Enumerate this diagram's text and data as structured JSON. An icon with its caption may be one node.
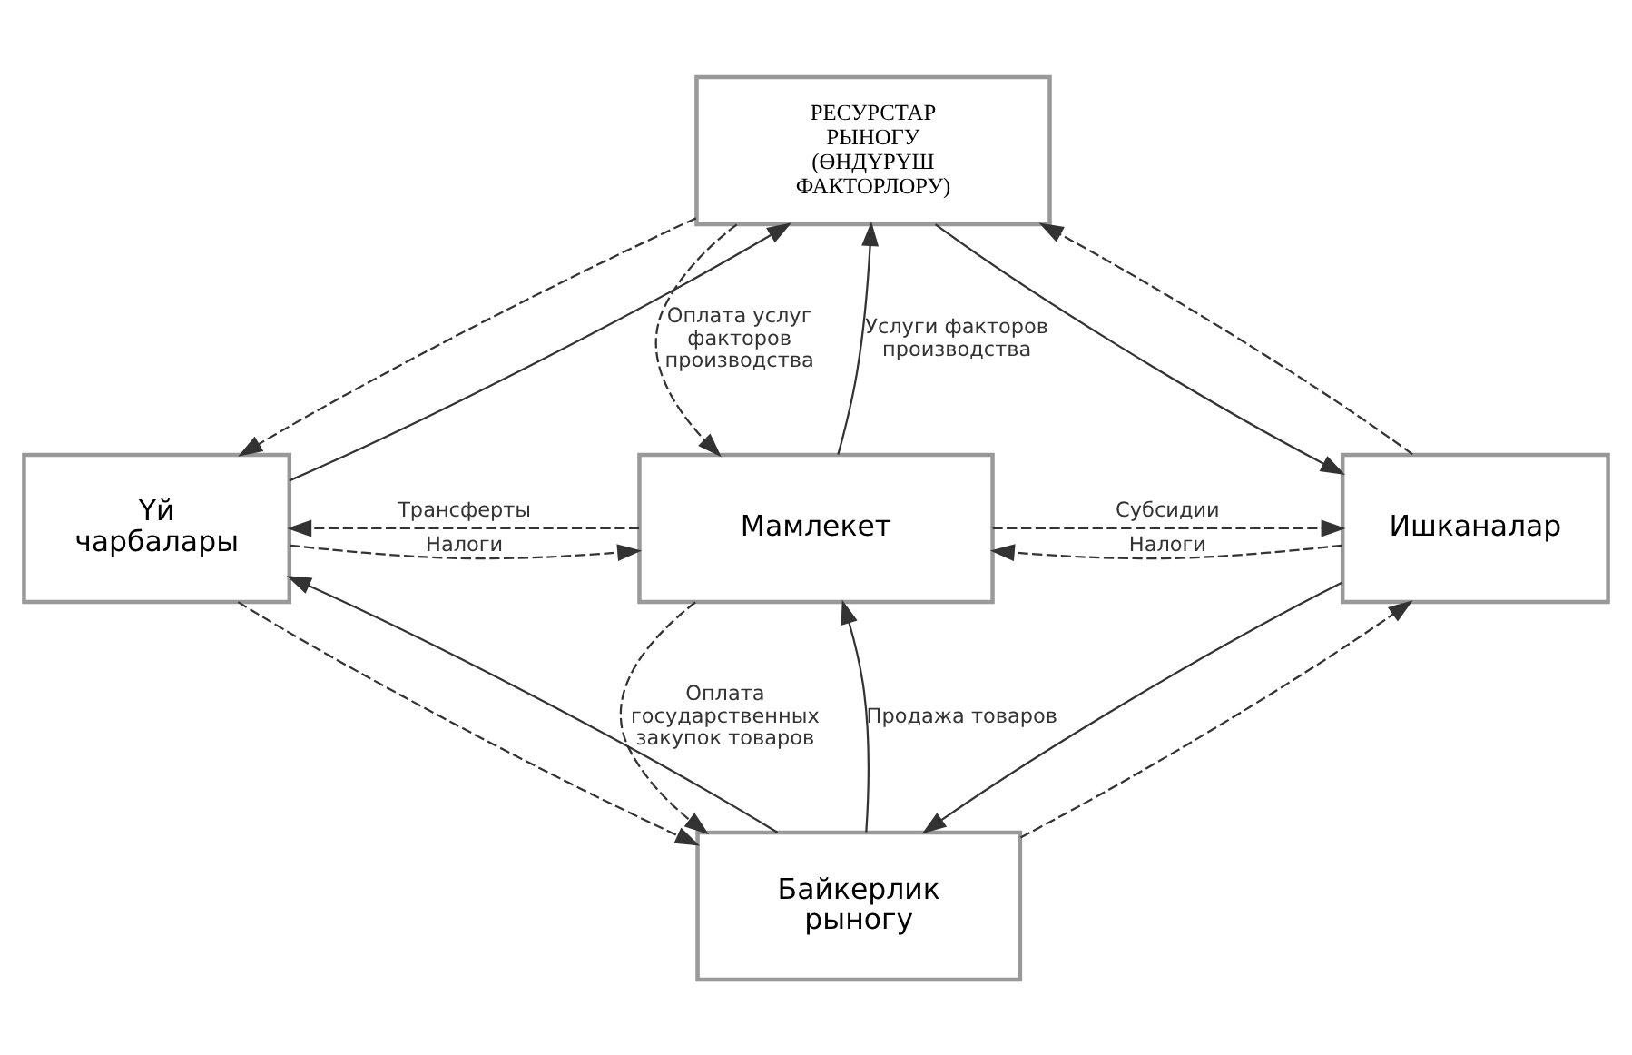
{
  "diagram": {
    "nodes": [
      {
        "text": [
          "РЕСУРСТАР РЫНОГУ (ӨНДҮРҮШ ФАКТОРЛОРУ)"
        ]
      },
      {
        "text": [
          "Үй чарбалары"
        ]
      },
      {
        "text": [
          "Мамлекет"
        ]
      },
      {
        "text": [
          "Ишканалар"
        ]
      },
      {
        "text": [
          "Байкерлик рыногу"
        ]
      }
    ],
    "edges": [
      {
        "from": 1,
        "to": 0,
        "arrow": "to"
      },
      {
        "from": 0,
        "to": 1,
        "arrow": "to",
        "style": "dashed"
      },
      {
        "from": 0,
        "to": 3,
        "arrow": "to"
      },
      {
        "from": 3,
        "to": 0,
        "arrow": "to",
        "style": "dashed"
      },
      {
        "from": 2,
        "to": 0,
        "arrow": "to",
        "label": "Услуги факторов производства"
      },
      {
        "from": 0,
        "to": 2,
        "arrow": "to",
        "style": "dashed",
        "label": "Оплата услуг факторов производства"
      },
      {
        "from": 1,
        "to": 2,
        "arrow": "to",
        "style": "dashed",
        "label": "Налоги"
      },
      {
        "from": 2,
        "to": 1,
        "arrow": "to",
        "style": "dashed",
        "label": "Трансферты"
      },
      {
        "from": 3,
        "to": 2,
        "arrow": "to",
        "style": "dashed",
        "label": "Налоги"
      },
      {
        "from": 2,
        "to": 3,
        "arrow": "to",
        "style": "dashed",
        "label": "Субсидии"
      },
      {
        "from": 4,
        "to": 2,
        "arrow": "to",
        "label": "Продажа товаров"
      },
      {
        "from": 2,
        "to": 4,
        "arrow": "to",
        "style": "dashed",
        "label": "Оплата государственных закупок товаров"
      },
      {
        "from": 4,
        "to": 1,
        "arrow": "to"
      },
      {
        "from": 1,
        "to": 4,
        "arrow": "to",
        "style": "dashed"
      },
      {
        "from": 3,
        "to": 4,
        "arrow": "to"
      },
      {
        "from": 4,
        "to": 3,
        "arrow": "to",
        "style": "dashed"
      }
    ]
  }
}
